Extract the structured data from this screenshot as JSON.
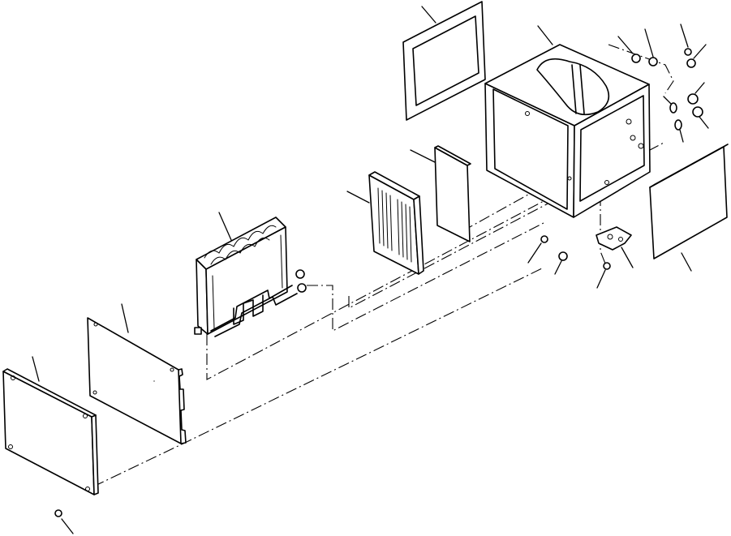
{
  "figure": {
    "type": "exploded-parts-diagram",
    "background": "#ffffff",
    "line_color": "#000000",
    "parts": [
      "outer-cover-panel",
      "inner-cover-panel",
      "heater-core",
      "louvered-grille",
      "filter-panel",
      "top-filter-panel",
      "housing-box",
      "side-panel",
      "mounting-bracket",
      "screws",
      "nuts",
      "washers"
    ],
    "callout_count": 22
  }
}
